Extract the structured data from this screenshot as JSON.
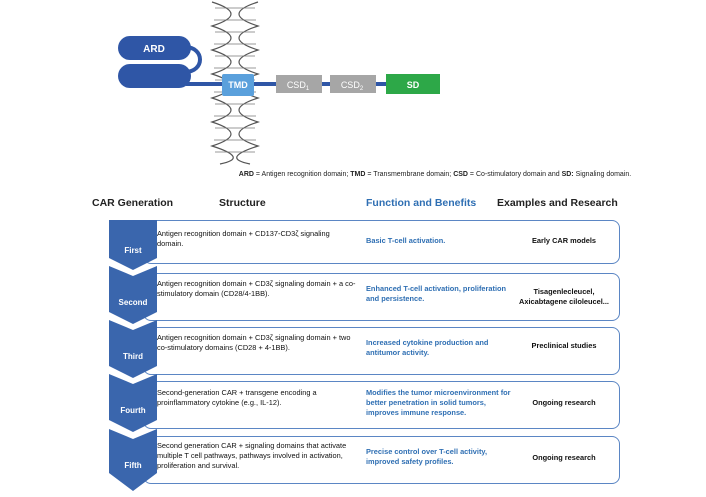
{
  "diagram": {
    "ard": "ARD",
    "tmd": "TMD",
    "csd1": "CSD",
    "csd1_sub": "1",
    "csd2": "CSD",
    "csd2_sub": "2",
    "sd": "SD"
  },
  "legend": {
    "ard_abbr": "ARD",
    "ard_text": " = Antigen recognition domain;  ",
    "tmd_abbr": "TMD",
    "tmd_text": " = Transmembrane domain;  ",
    "csd_abbr": "CSD",
    "csd_text": " = Co-stimulatory domain  and ",
    "sd_abbr": "SD:",
    "sd_text": " Signaling domain."
  },
  "headers": {
    "generation": "CAR Generation",
    "structure": "Structure",
    "function": "Function and Benefits",
    "examples": "Examples and Research"
  },
  "colors": {
    "domain_blue": "#2f56a6",
    "tmd_light_blue": "#5aa0dc",
    "csd_gray": "#a6a6a6",
    "sd_green": "#2da848",
    "arrow_blue": "#3a66ad",
    "function_text_blue": "#2f6fb3"
  },
  "rows": [
    {
      "generation": "First",
      "structure": "Antigen recognition domain + CD137-CD3ζ signaling domain.",
      "function": "Basic T-cell activation.",
      "examples": "Early CAR models"
    },
    {
      "generation": "Second",
      "structure": "Antigen recognition domain + CD3ζ signaling domain + a co-stimulatory domain (CD28/4-1BB).",
      "function": "Enhanced T-cell activation, proliferation and persistence.",
      "examples": "Tisagenlecleucel, Axicabtagene ciloleucel..."
    },
    {
      "generation": "Third",
      "structure": "Antigen recognition domain + CD3ζ signaling domain + two co-stimulatory domains (CD28 + 4-1BB).",
      "function": "Increased  cytokine  production  and antitumor activity.",
      "examples": "Preclinical studies"
    },
    {
      "generation": "Fourth",
      "structure": "Second-generation CAR + transgene encoding a proinflammatory cytokine (e.g., IL-12).",
      "function": "Modifies the tumor microenvironment for better penetration in solid tumors, improves immune response.",
      "examples": "Ongoing research"
    },
    {
      "generation": "Fifth",
      "structure": "Second generation CAR + signaling domains that activate multiple T cell pathways, pathways involved in activation, proliferation and survival.",
      "function": "Precise control over T-cell activity, improved safety profiles.",
      "examples": "Ongoing research"
    }
  ]
}
